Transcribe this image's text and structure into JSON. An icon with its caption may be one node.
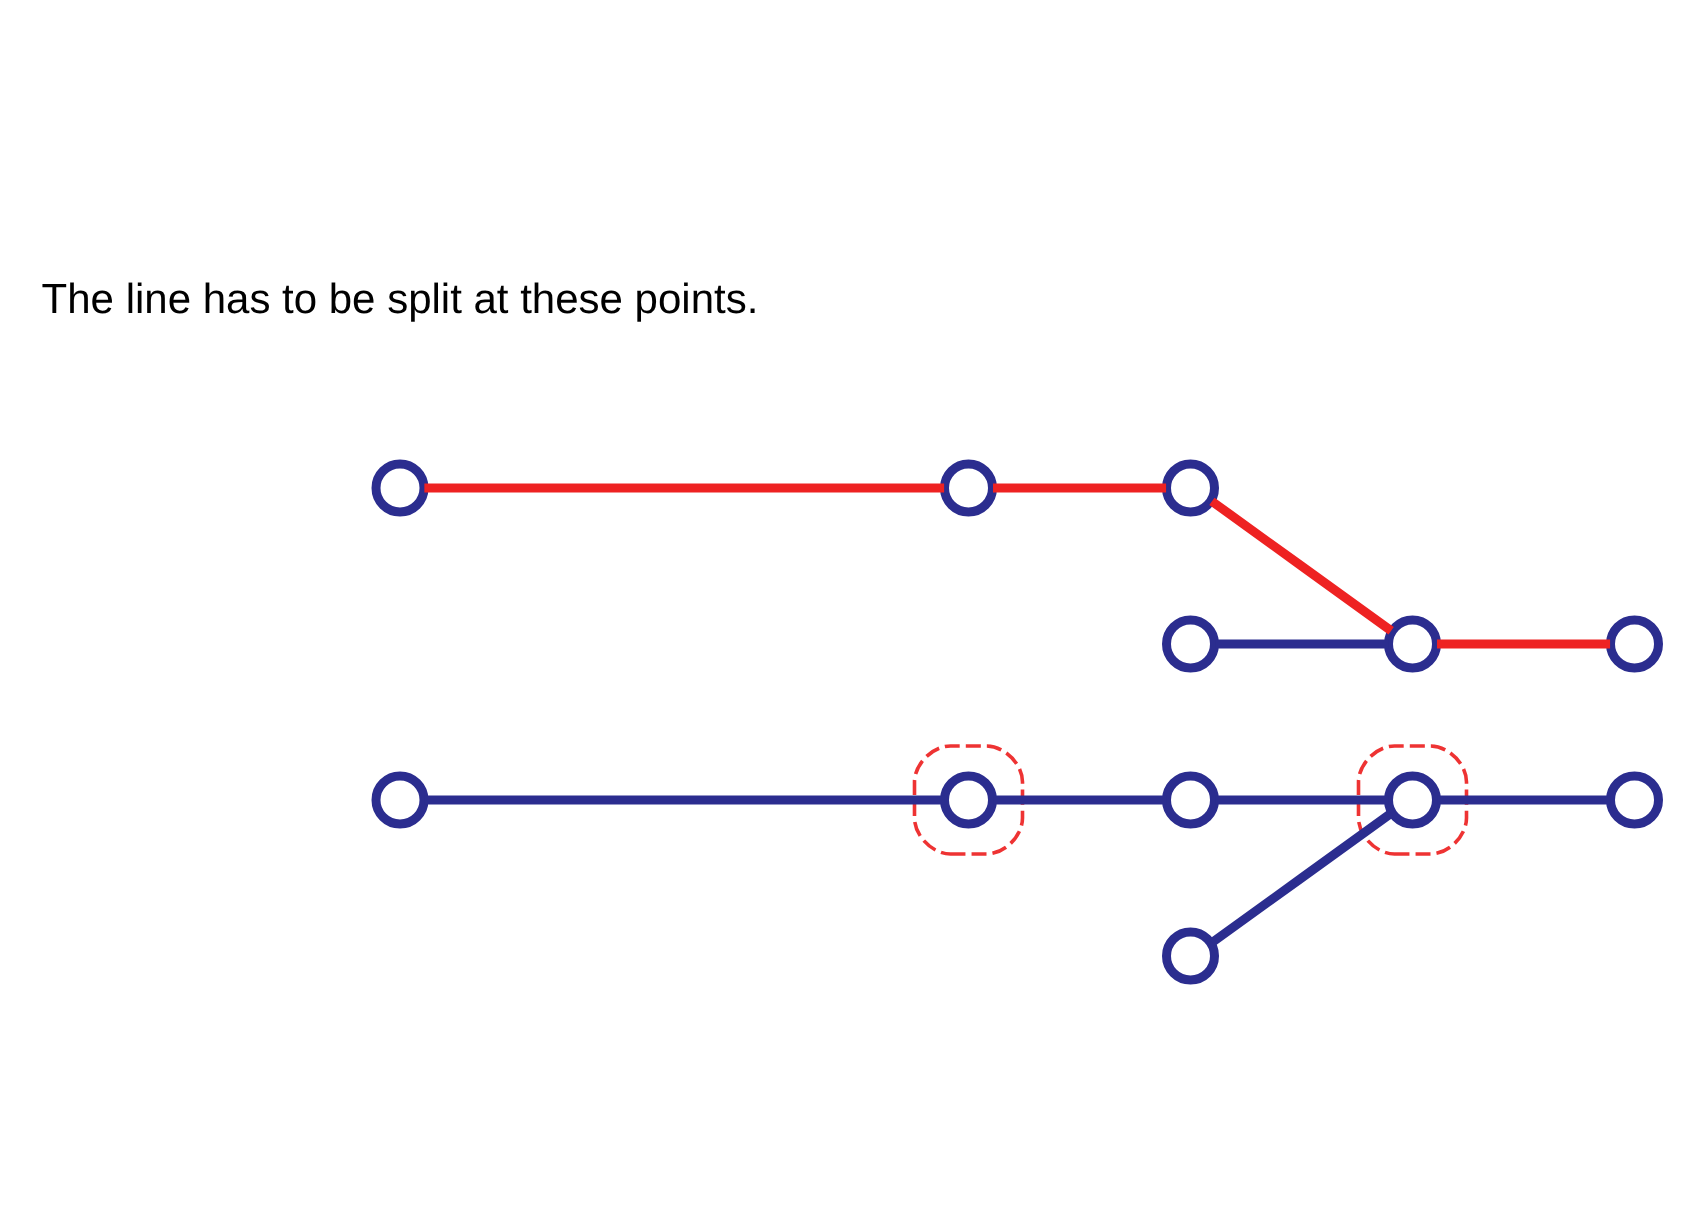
{
  "diagram": {
    "nodes": [
      {
        "text": [],
        "shape": "circle"
      },
      {
        "text": [],
        "shape": "circle"
      },
      {
        "text": [],
        "shape": "circle",
        "in": 1
      },
      {
        "text": [],
        "shape": "circle"
      },
      {
        "text": [],
        "shape": "circle"
      },
      {
        "text": [],
        "shape": "circle"
      },
      {
        "text": [],
        "shape": "circle",
        "in": 5
      },
      {
        "text": [],
        "shape": "circle"
      },
      {
        "text": [],
        "shape": "circle"
      },
      {
        "text": [],
        "shape": "circle"
      },
      {
        "text": [],
        "shape": "circle"
      },
      {
        "text": [],
        "shape": "circle"
      },
      {
        "text": [],
        "shape": "circle"
      },
      {
        "text": [],
        "shape": "circle"
      }
    ],
    "edges": [
      {
        "from": 0,
        "to": 2,
        "arrow": "none"
      },
      {
        "from": 2,
        "to": 3,
        "arrow": "none"
      },
      {
        "from": 3,
        "to": 6,
        "arrow": "none"
      },
      {
        "from": 6,
        "to": 7,
        "arrow": "none"
      },
      {
        "from": 4,
        "to": 6,
        "arrow": "none"
      },
      {
        "from": 8,
        "to": 9,
        "arrow": "none",
        "color": "#ee2222"
      },
      {
        "from": 9,
        "to": 10,
        "arrow": "none",
        "color": "#ee2222"
      },
      {
        "from": 10,
        "to": 12,
        "arrow": "none",
        "color": "#ee2222"
      },
      {
        "from": 12,
        "to": 13,
        "arrow": "none",
        "color": "#ee2222"
      },
      {
        "from": 11,
        "to": 12,
        "arrow": "none"
      }
    ],
    "labels": [
      "The line has to be split at these points."
    ]
  }
}
